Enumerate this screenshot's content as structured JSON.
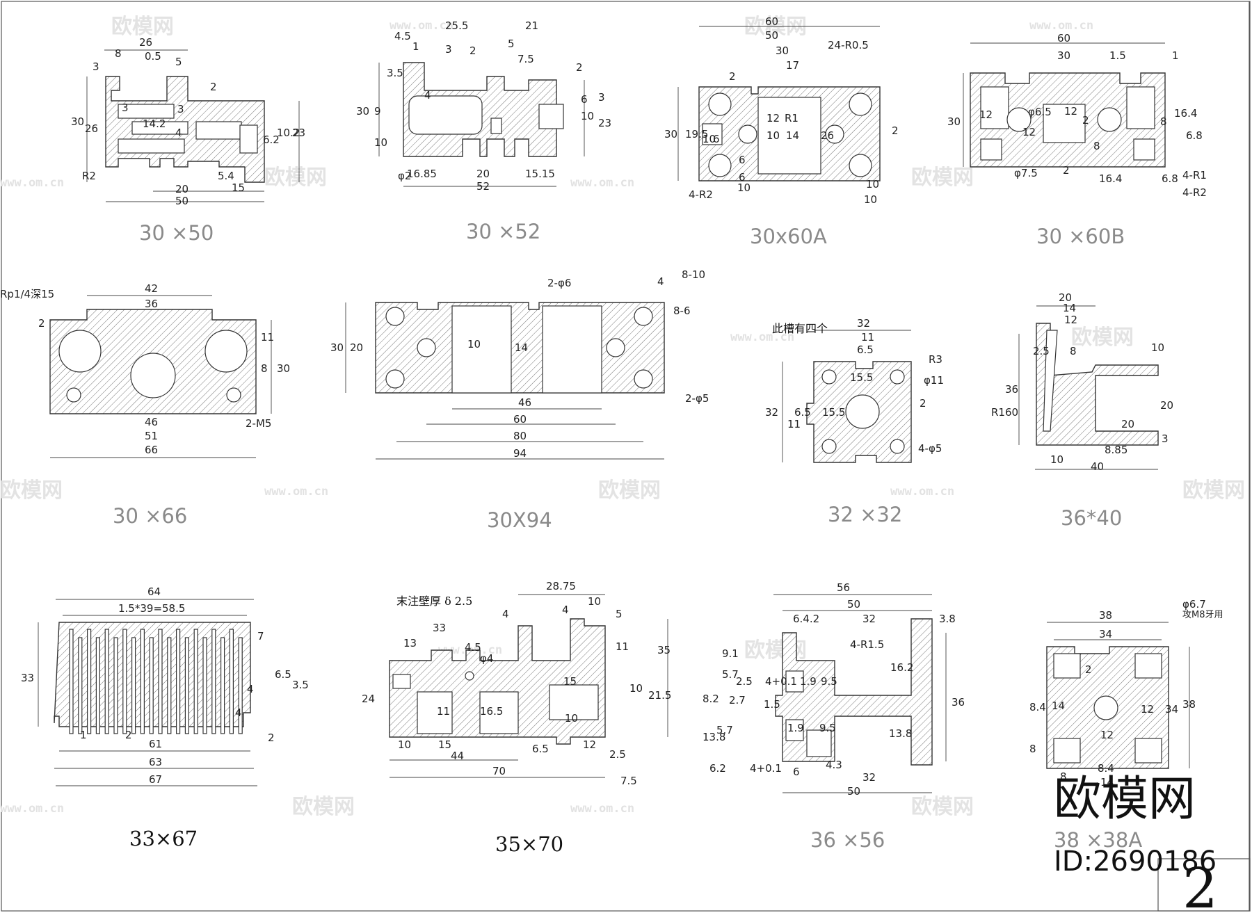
{
  "sheet": {
    "watermark_text": "欧模网",
    "watermark_url": "www.om.cn",
    "brand_logo": "欧模网",
    "brand_id": "ID:2690186",
    "page_number": "2"
  },
  "profiles": [
    {
      "caption": "30 ×50",
      "dims": [
        "26",
        "8",
        "3",
        "0.5",
        "5",
        "3",
        "30",
        "26",
        "2",
        "14.2",
        "3",
        "4",
        "10.2",
        "23",
        "6.2",
        "R2",
        "5.4",
        "15",
        "20",
        "50"
      ]
    },
    {
      "caption": "30 ×52",
      "dims": [
        "25.5",
        "21",
        "4.5",
        "1",
        "3",
        "2",
        "5",
        "7.5",
        "2",
        "3.5",
        "30",
        "9",
        "10",
        "4",
        "6",
        "10",
        "23",
        "3",
        "16.85",
        "20",
        "15.15",
        "52",
        "φ2"
      ]
    },
    {
      "caption": "30x60A",
      "dims": [
        "60",
        "50",
        "24-R0.5",
        "30",
        "17",
        "2",
        "19.5",
        "30",
        "10",
        "6",
        "12",
        "R1",
        "10",
        "14",
        "26",
        "2",
        "6",
        "10",
        "6",
        "10",
        "4-R2",
        "10"
      ]
    },
    {
      "caption": "30 ×60B",
      "dims": [
        "60",
        "30",
        "1.5",
        "1",
        "30",
        "12",
        "φ6.5",
        "12",
        "2",
        "8",
        "16.4",
        "6.8",
        "φ7.5",
        "2",
        "16.4",
        "6.8",
        "4-R1",
        "4-R2",
        "8",
        "12"
      ]
    },
    {
      "caption": "30 ×66",
      "dims": [
        "Rp1/4深15",
        "42",
        "36",
        "2",
        "11",
        "8",
        "30",
        "46",
        "51",
        "66",
        "2-M5"
      ]
    },
    {
      "caption": "30X94",
      "dims": [
        "2-φ6",
        "4",
        "8-10",
        "8-6",
        "30",
        "20",
        "14",
        "10",
        "46",
        "60",
        "80",
        "94",
        "2-φ5"
      ]
    },
    {
      "caption": "32 ×32",
      "dims": [
        "此槽有四个",
        "32",
        "11",
        "6.5",
        "15.5",
        "R3",
        "φ11",
        "32",
        "11",
        "6.5",
        "15.5",
        "2",
        "4-φ5"
      ]
    },
    {
      "caption": "36*40",
      "dims": [
        "20",
        "14",
        "12",
        "2.5",
        "8",
        "10",
        "36",
        "R160",
        "20",
        "20",
        "3",
        "10",
        "8.85",
        "40"
      ]
    },
    {
      "caption": "33×67",
      "dims": [
        "64",
        "1.5*39=58.5",
        "7",
        "33",
        "6.5",
        "3.5",
        "4",
        "1",
        "2",
        "4",
        "2",
        "61",
        "63",
        "67"
      ]
    },
    {
      "caption": "35×70",
      "dims": [
        "末注壁厚 δ 2.5",
        "28.75",
        "4",
        "4",
        "10",
        "5",
        "33",
        "13",
        "4.5",
        "φ4",
        "11",
        "35",
        "24",
        "15",
        "10",
        "21.5",
        "11",
        "16.5",
        "10",
        "10",
        "15",
        "44",
        "6.5",
        "12",
        "70",
        "2.5",
        "7.5"
      ]
    },
    {
      "caption": "36 ×56",
      "dims": [
        "56",
        "50",
        "6.4.2",
        "32",
        "3.8",
        "4-R1.5",
        "9.1",
        "5.7",
        "2.5",
        "4+0.1",
        "1.9",
        "9.5",
        "16.2",
        "8.2",
        "2.7",
        "1.5",
        "36",
        "13.8",
        "5.7",
        "1.9",
        "9.5",
        "13.8",
        "6.2",
        "4+0.1",
        "6",
        "4.3",
        "32",
        "50"
      ]
    },
    {
      "caption": "38 ×38A",
      "dims": [
        "φ6.7",
        "攻M8牙用",
        "38",
        "34",
        "2",
        "8.4",
        "14",
        "12",
        "34",
        "38",
        "12",
        "8",
        "8",
        "8.4",
        "14"
      ]
    }
  ]
}
